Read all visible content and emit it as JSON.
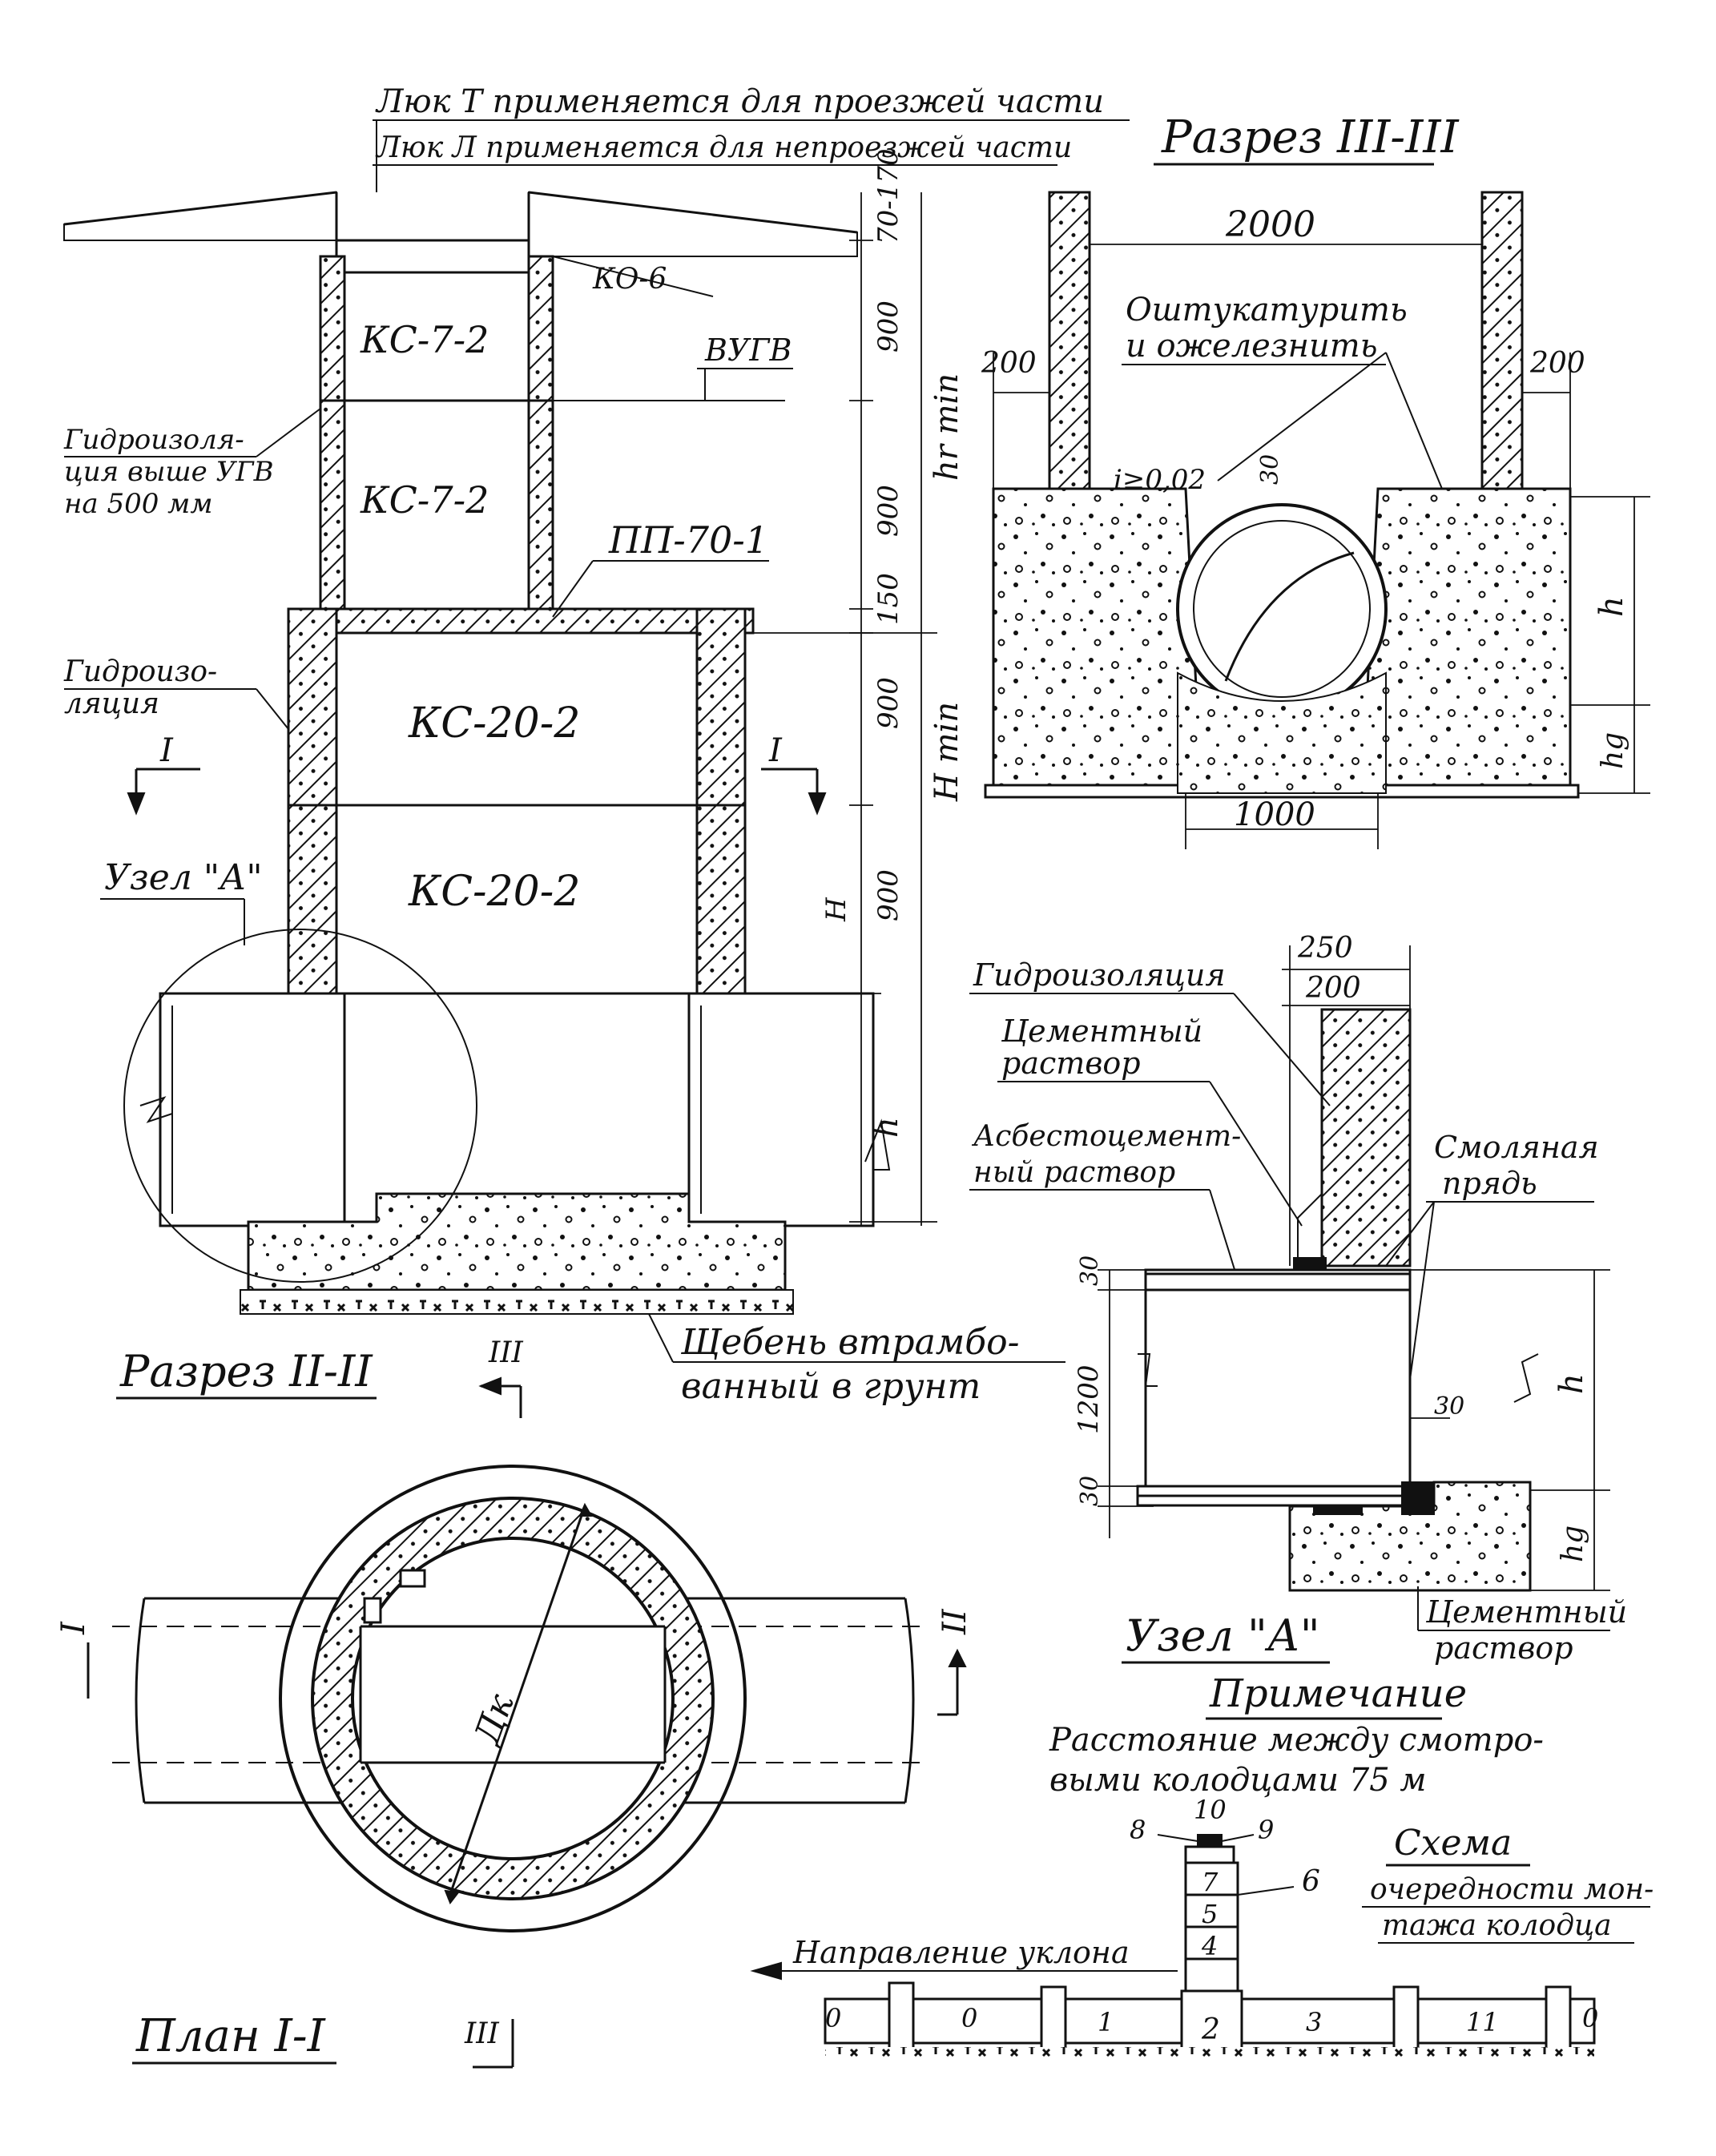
{
  "header": {
    "note_line1": "Люк Т применяется для проезжей части",
    "note_line2": "Люк Л применяется для непроезжей части"
  },
  "section_ii": {
    "label": "Разрез II-II",
    "rings": [
      "КС-7-2",
      "КС-7-2",
      "КС-20-2",
      "КС-20-2"
    ],
    "slab": "ПП-70-1",
    "support_ring": "КО-6",
    "groundwater": "ВУГВ",
    "waterproof_top": [
      "Гидроизоля-",
      "ция выше УГВ",
      "на 500 мм"
    ],
    "waterproof_bottom": [
      "Гидроизо-",
      "ляция"
    ],
    "node_ref": "Узел \"А\"",
    "section_mark": "I",
    "gravel": [
      "Щебень втрамбо-",
      "ванный в грунт"
    ],
    "dims": [
      "70-170",
      "900",
      "900",
      "150",
      "900",
      "900"
    ],
    "dim_total_hr": "hr min",
    "dim_total_H": "H min",
    "dim_H": "H",
    "dim_h": "h"
  },
  "section_iii": {
    "label": "Разрез III-III",
    "width": "2000",
    "wall_left": "200",
    "wall_right": "200",
    "plaster": [
      "Оштукатурить",
      "и ожелезнить"
    ],
    "slope": "i≥0,02",
    "dim_30": "30",
    "base": "1000",
    "dim_h": "h",
    "dim_hg": "hg"
  },
  "node_a": {
    "label": "Узел \"А\"",
    "dim_250": "250",
    "dim_200": "200",
    "waterproofing": "Гидроизоляция",
    "cement": [
      "Цементный",
      "раствор"
    ],
    "asbestos": [
      "Асбестоцемент-",
      "ный раствор"
    ],
    "tar": [
      "Смоляная",
      "прядь"
    ],
    "cement_bottom": [
      "Цементный",
      "раствор"
    ],
    "dim_30a": "30",
    "dim_1200": "1200",
    "dim_30b": "30",
    "dim_30c": "30",
    "dim_h": "h",
    "dim_hg": "hg"
  },
  "plan": {
    "label": "План I-I",
    "diameter": "Дк",
    "mark_left": "I",
    "mark_right": "II",
    "mark_bottom": "III",
    "mark_top": "III"
  },
  "note": {
    "title": "Примечание",
    "line1": "Расстояние между смотро-",
    "line2": "выми колодцами 75 м"
  },
  "scheme": {
    "title": "Схема",
    "line1": "очередности мон-",
    "line2": "тажа колодца",
    "direction": "Направление уклона",
    "numbers": [
      "0",
      "1",
      "2",
      "3",
      "4",
      "5",
      "6",
      "7",
      "8",
      "9",
      "10",
      "11"
    ]
  }
}
